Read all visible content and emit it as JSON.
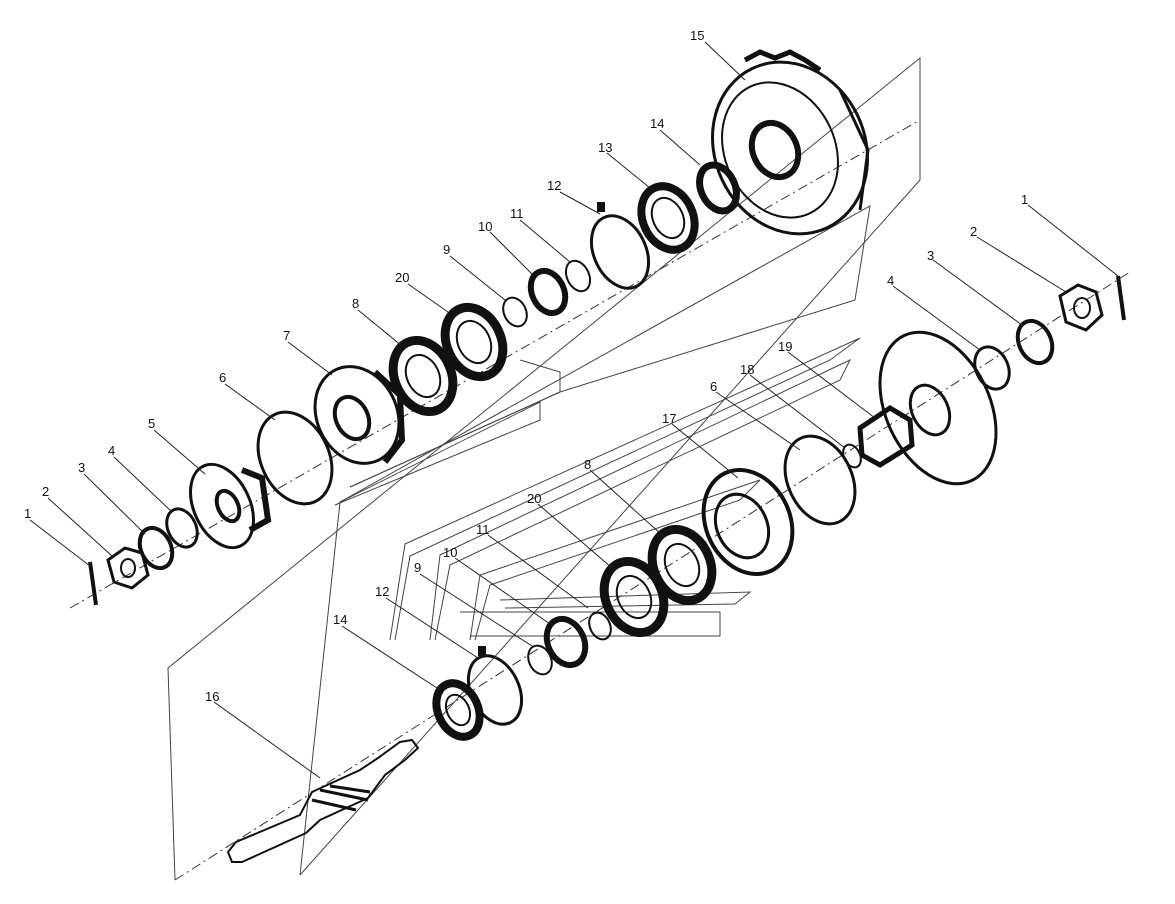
{
  "diagram": {
    "type": "exploded-assembly",
    "callouts": [
      {
        "id": "c1a",
        "text": "1"
      },
      {
        "id": "c2a",
        "text": "2"
      },
      {
        "id": "c3a",
        "text": "3"
      },
      {
        "id": "c4a",
        "text": "4"
      },
      {
        "id": "c5",
        "text": "5"
      },
      {
        "id": "c6a",
        "text": "6"
      },
      {
        "id": "c7",
        "text": "7"
      },
      {
        "id": "c8a",
        "text": "8"
      },
      {
        "id": "c20a",
        "text": "20"
      },
      {
        "id": "c9a",
        "text": "9"
      },
      {
        "id": "c10a",
        "text": "10"
      },
      {
        "id": "c11a",
        "text": "11"
      },
      {
        "id": "c12a",
        "text": "12"
      },
      {
        "id": "c13",
        "text": "13"
      },
      {
        "id": "c14a",
        "text": "14"
      },
      {
        "id": "c15",
        "text": "15"
      },
      {
        "id": "c1b",
        "text": "1"
      },
      {
        "id": "c2b",
        "text": "2"
      },
      {
        "id": "c3b",
        "text": "3"
      },
      {
        "id": "c4b",
        "text": "4"
      },
      {
        "id": "c19",
        "text": "19"
      },
      {
        "id": "c18",
        "text": "18"
      },
      {
        "id": "c6b",
        "text": "6"
      },
      {
        "id": "c17",
        "text": "17"
      },
      {
        "id": "c8b",
        "text": "8"
      },
      {
        "id": "c20b",
        "text": "20"
      },
      {
        "id": "c11b",
        "text": "11"
      },
      {
        "id": "c10b",
        "text": "10"
      },
      {
        "id": "c9b",
        "text": "9"
      },
      {
        "id": "c12b",
        "text": "12"
      },
      {
        "id": "c14b",
        "text": "14"
      },
      {
        "id": "c16",
        "text": "16"
      }
    ]
  }
}
